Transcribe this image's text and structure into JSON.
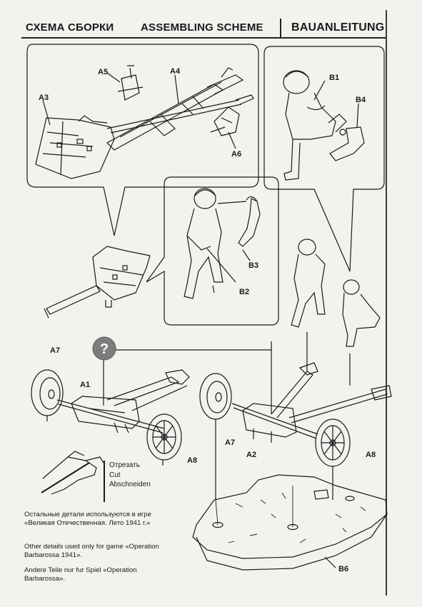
{
  "header": {
    "title_ru": "СХЕМА СБОРКИ",
    "title_en": "ASSEMBLING SCHEME",
    "title_de": "BAUANLEITUNG"
  },
  "labels": {
    "a1": "A1",
    "a2": "A2",
    "a3": "A3",
    "a4": "A4",
    "a5": "A5",
    "a6": "A6",
    "a7_left": "A7",
    "a7_right": "A7",
    "a8_left": "A8",
    "a8_right": "A8",
    "b1": "B1",
    "b2": "B2",
    "b3": "B3",
    "b4": "B4",
    "b6": "B6",
    "question": "?"
  },
  "cut": {
    "ru": "Отрезать",
    "en": "Cut",
    "de": "Abschneiden"
  },
  "notes": {
    "ru": "Остальные детали используются в игре «Великая Отечественная. Лето 1941 г.»",
    "en": "Other details used only for game «Operation Barbarossa 1941».",
    "de": "Andere Teile nur fur Spiel «Operation Barbarossa»."
  },
  "colors": {
    "paper": "#f3f2ef",
    "ink": "#1a1a1a",
    "question_badge": "#7d7d7d"
  }
}
